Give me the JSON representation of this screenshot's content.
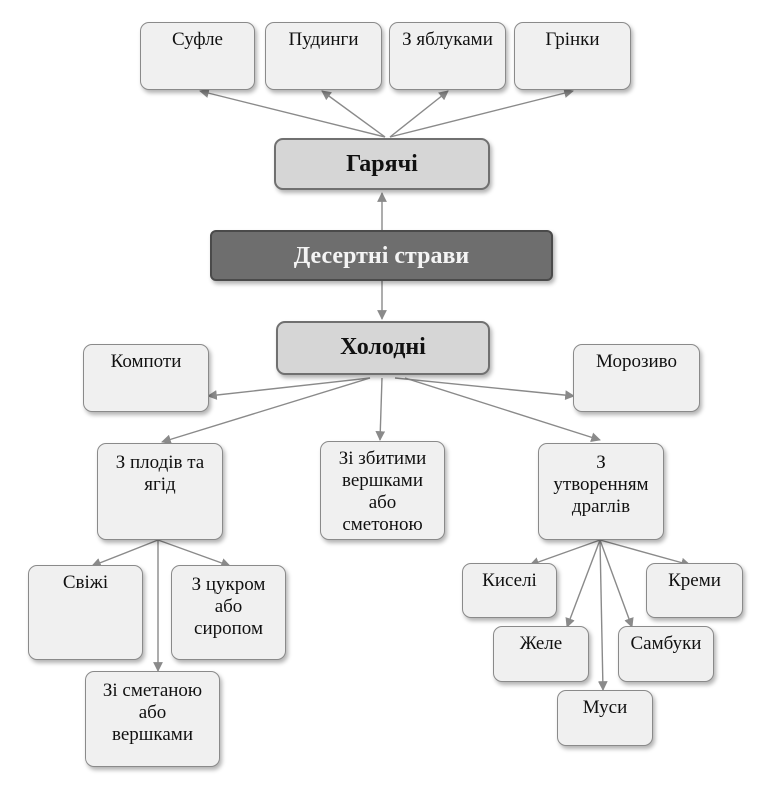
{
  "center": "Десертні страви",
  "hot": {
    "label": "Гарячі",
    "items": [
      "Суфле",
      "Пудинги",
      "З яблуками",
      "Грінки"
    ]
  },
  "cold": {
    "label": "Холодні",
    "items": [
      "Компоти",
      "Морозиво",
      "З плодів та\nягід",
      "Зі збитими\nвершками\nабо\nсметоною",
      "З\nутворенням\nдраглів"
    ]
  },
  "fruit_sub": [
    "Свіжі",
    "З цукром\nабо\nсиропом",
    "Зі сметаною\nабо\nвершками"
  ],
  "jelly_sub": [
    "Киселі",
    "Креми",
    "Желе",
    "Самбуки",
    "Муси"
  ]
}
